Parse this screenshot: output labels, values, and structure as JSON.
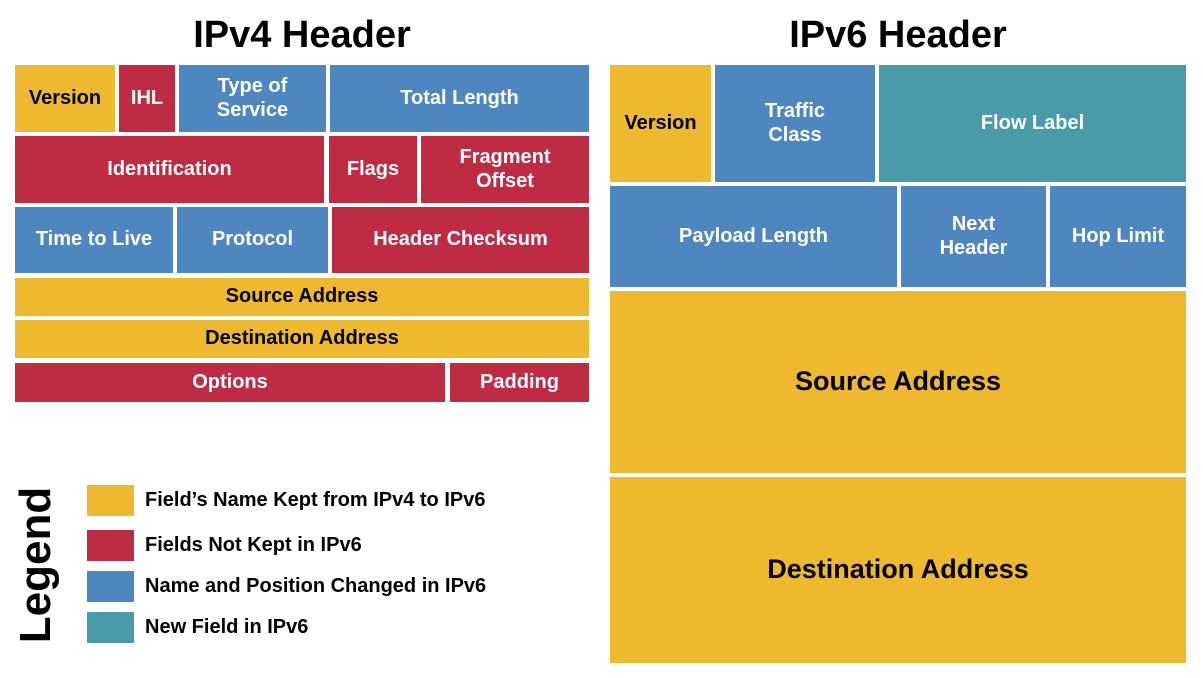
{
  "colors": {
    "field_kept": "#EFB92F",
    "field_not_kept": "#BE2B43",
    "name_position_changed": "#4E86C0",
    "new_field": "#499BA9"
  },
  "ipv4": {
    "title": "IPv4 Header",
    "cells": {
      "version": "Version",
      "ihl": "IHL",
      "type_of_service": "Type of Service",
      "total_length": "Total Length",
      "identification": "Identification",
      "flags": "Flags",
      "fragment_offset": "Fragment Offset",
      "time_to_live": "Time to Live",
      "protocol": "Protocol",
      "header_checksum": "Header Checksum",
      "source_address": "Source Address",
      "destination_address": "Destination Address",
      "options": "Options",
      "padding": "Padding"
    }
  },
  "ipv6": {
    "title": "IPv6 Header",
    "cells": {
      "version": "Version",
      "traffic_class": "Traffic Class",
      "flow_label": "Flow Label",
      "payload_length": "Payload Length",
      "next_header": "Next Header",
      "hop_limit": "Hop Limit",
      "source_address": "Source Address",
      "destination_address": "Destination Address"
    }
  },
  "legend": {
    "title": "Legend",
    "items": [
      {
        "label": "Field’s Name Kept from IPv4 to IPv6"
      },
      {
        "label": "Fields Not Kept in IPv6"
      },
      {
        "label": "Name and Position Changed in IPv6"
      },
      {
        "label": "New Field in IPv6"
      }
    ]
  }
}
